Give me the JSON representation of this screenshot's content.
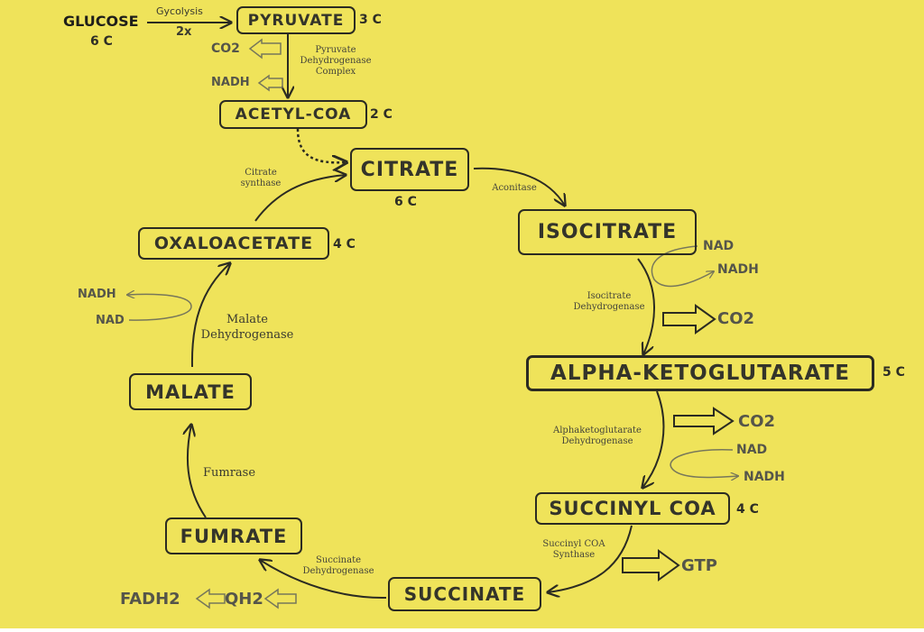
{
  "nodes": {
    "glucose": "GLUCOSE",
    "pyruvate": "PYRUVATE",
    "acetyl_coa": "ACETYL-COA",
    "citrate": "CITRATE",
    "isocitrate": "ISOCITRATE",
    "alpha_ketoglutarate": "ALPHA-KETOGLUTARATE",
    "succinyl_coa": "SUCCINYL COA",
    "succinate": "SUCCINATE",
    "fumrate": "FUMRATE",
    "malate": "MALATE",
    "oxaloacetate": "OXALOACETATE"
  },
  "carbons": {
    "glucose": "6 C",
    "pyruvate": "3 C",
    "acetyl_coa": "2 C",
    "citrate": "6 C",
    "alpha_ketoglutarate": "5 C",
    "succinyl_coa": "4 C",
    "oxaloacetate": "4 C"
  },
  "reactions": {
    "glycolysis": "Gycolysis",
    "glycolysis_multiplier": "2x",
    "pyruvate_dh": "Pyruvate Dehydrogenase Complex",
    "citrate_synthase": "Citrate synthase",
    "aconitase": "Aconitase",
    "isocitrate_dh": "Isocitrate Dehydrogenase",
    "akg_dh": "Alphaketoglutarate Dehydrogenase",
    "succinyl_coa_synthase": "Succinyl COA Synthase",
    "succinate_dh": "Succinate Dehydrogenase",
    "fumrase": "Fumrase",
    "malate_dh": "Malate Dehydrogenase"
  },
  "cofactors": {
    "pdh_co2": "CO2",
    "pdh_nadh": "NADH",
    "idh_nad": "NAD",
    "idh_nadh": "NADH",
    "idh_co2": "CO2",
    "akg_co2": "CO2",
    "akg_nad": "NAD",
    "akg_nadh": "NADH",
    "gtp": "GTP",
    "qh2": "QH2",
    "fadh2": "FADH2",
    "mdh_nadh": "NADH",
    "mdh_nad": "NAD"
  },
  "colors": {
    "background": "#efe35a",
    "ink": "#2b2b22",
    "muted_ink": "#77775a"
  }
}
